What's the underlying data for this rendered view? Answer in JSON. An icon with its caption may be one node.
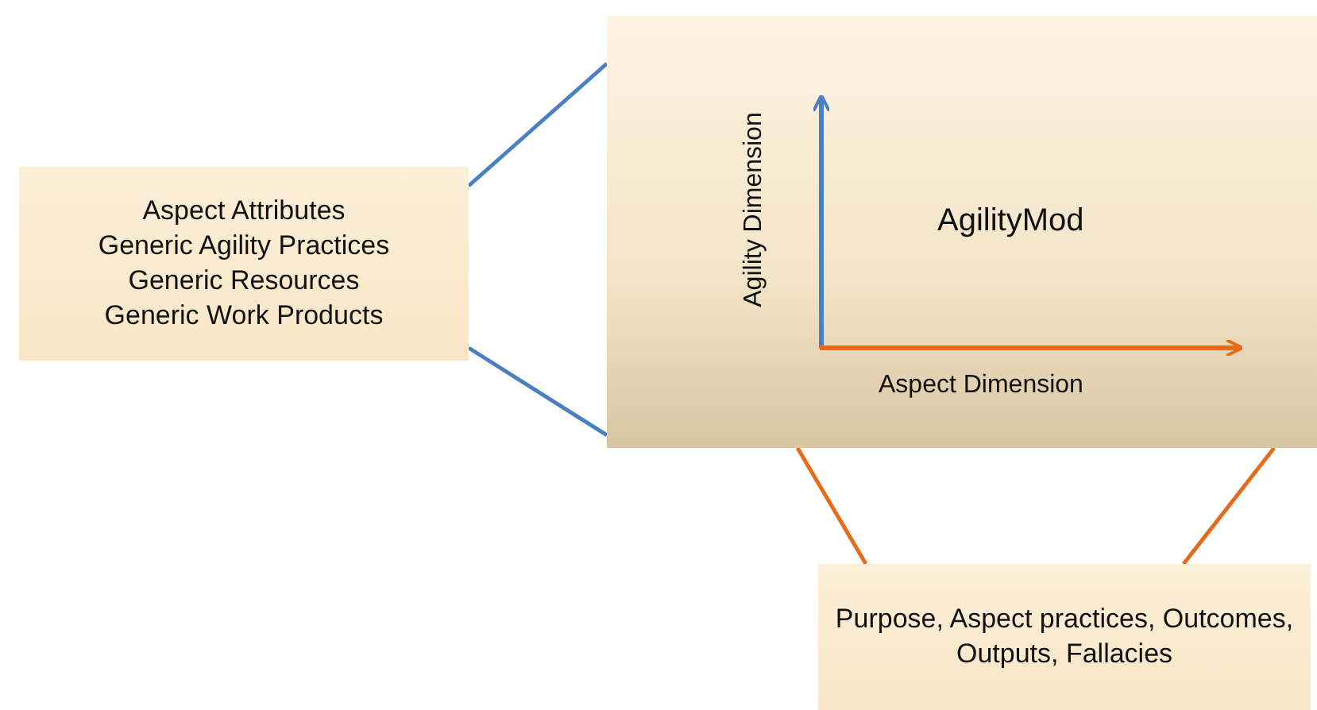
{
  "diagram": {
    "nodes": [
      {
        "text": [
          "Aspect Attributes",
          "Generic Agility Practices",
          "Generic Resources",
          "Generic Work Products"
        ]
      },
      {
        "text": [
          "AgilityMod",
          "Agility Dimension",
          "Aspect Dimension"
        ]
      },
      {
        "text": [
          "Purpose, Aspect practices, Outcomes, Outputs, Fallacies"
        ]
      }
    ],
    "edges": [
      {
        "from": 0,
        "to": 1,
        "arrow": "none",
        "color": "#4a7fc1"
      },
      {
        "from": 0,
        "to": 1,
        "arrow": "none",
        "color": "#4a7fc1"
      },
      {
        "from": 2,
        "to": 1,
        "arrow": "none",
        "color": "#e46c1b"
      },
      {
        "from": 2,
        "to": 1,
        "arrow": "none",
        "color": "#e46c1b"
      }
    ]
  }
}
